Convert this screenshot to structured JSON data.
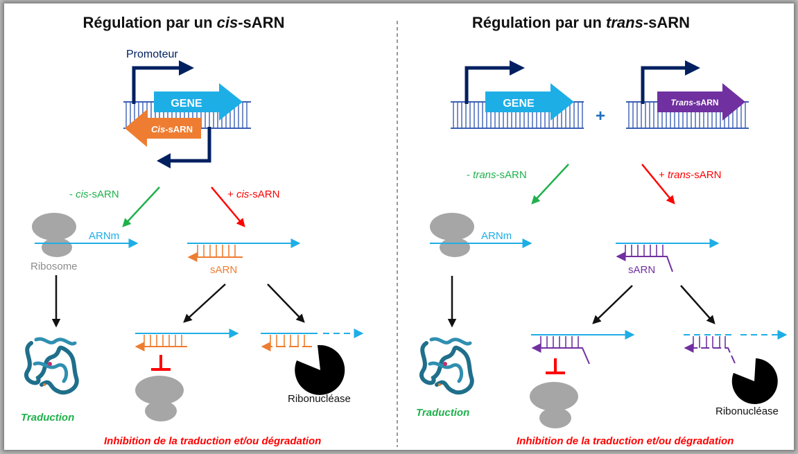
{
  "colors": {
    "gene": "#1eaee6",
    "cis": "#ee7d31",
    "trans": "#7030a0",
    "promoter": "#002060",
    "dna": "#3a5fb5",
    "minus": "#1fb14b",
    "plus": "#ff0000",
    "ribosome": "#a6a6a6",
    "protein": "#1f6f8b"
  },
  "left": {
    "title_main": "Régulation par un ",
    "title_italic": "cis",
    "title_suffix": "-sARN",
    "promoter_label": "Promoteur",
    "gene_label": "GENE",
    "cis_label_italic": "Cis",
    "cis_label_suffix": "-sARN",
    "minus_prefix": "- ",
    "minus_italic": "cis",
    "minus_suffix": "-sARN",
    "plus_prefix": "+ ",
    "plus_italic": "cis",
    "plus_suffix": "-sARN",
    "mrna_label": "ARNm",
    "ribosome_label": "Ribosome",
    "srna_label": "sARN",
    "translation_label": "Traduction",
    "ribonuclease_label": "Ribonucléase",
    "inhibition_label": "Inhibition de la traduction et/ou dégradation"
  },
  "right": {
    "title_main": "Régulation par un ",
    "title_italic": "trans",
    "title_suffix": "-sARN",
    "gene_label": "GENE",
    "plus_sign": "+",
    "trans_label_italic": "Trans",
    "trans_label_suffix": "-sARN",
    "minus_prefix": "- ",
    "minus_italic": "trans",
    "minus_suffix": "-sARN",
    "plus_prefix": "+ ",
    "plus_italic": "trans",
    "plus_suffix": "-sARN",
    "mrna_label": "ARNm",
    "srna_label": "sARN",
    "translation_label": "Traduction",
    "ribonuclease_label": "Ribonucléase",
    "inhibition_label": "Inhibition de la traduction et/ou dégradation"
  }
}
